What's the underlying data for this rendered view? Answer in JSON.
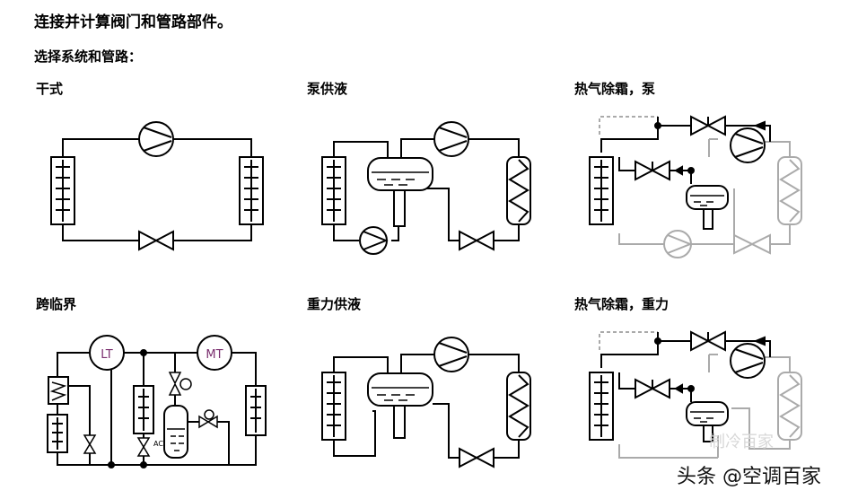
{
  "header": {
    "title": "连接并计算阀门和管路部件。",
    "subtitle": "选择系统和管路："
  },
  "systems": [
    {
      "label": "干式"
    },
    {
      "label": "泵供液"
    },
    {
      "label": "热气除霜，泵"
    },
    {
      "label": "跨临界",
      "compressor_labels": [
        "LT",
        "MT"
      ],
      "valve_label": "AC"
    },
    {
      "label": "重力供液"
    },
    {
      "label": "热气除霜，重力"
    }
  ],
  "watermark": {
    "text": "头条 @空调百家",
    "logo_text": "制冷百家"
  },
  "colors": {
    "line": "#000000",
    "faded": "#aaaaaa",
    "compressor_text": "#7a2e6e"
  }
}
